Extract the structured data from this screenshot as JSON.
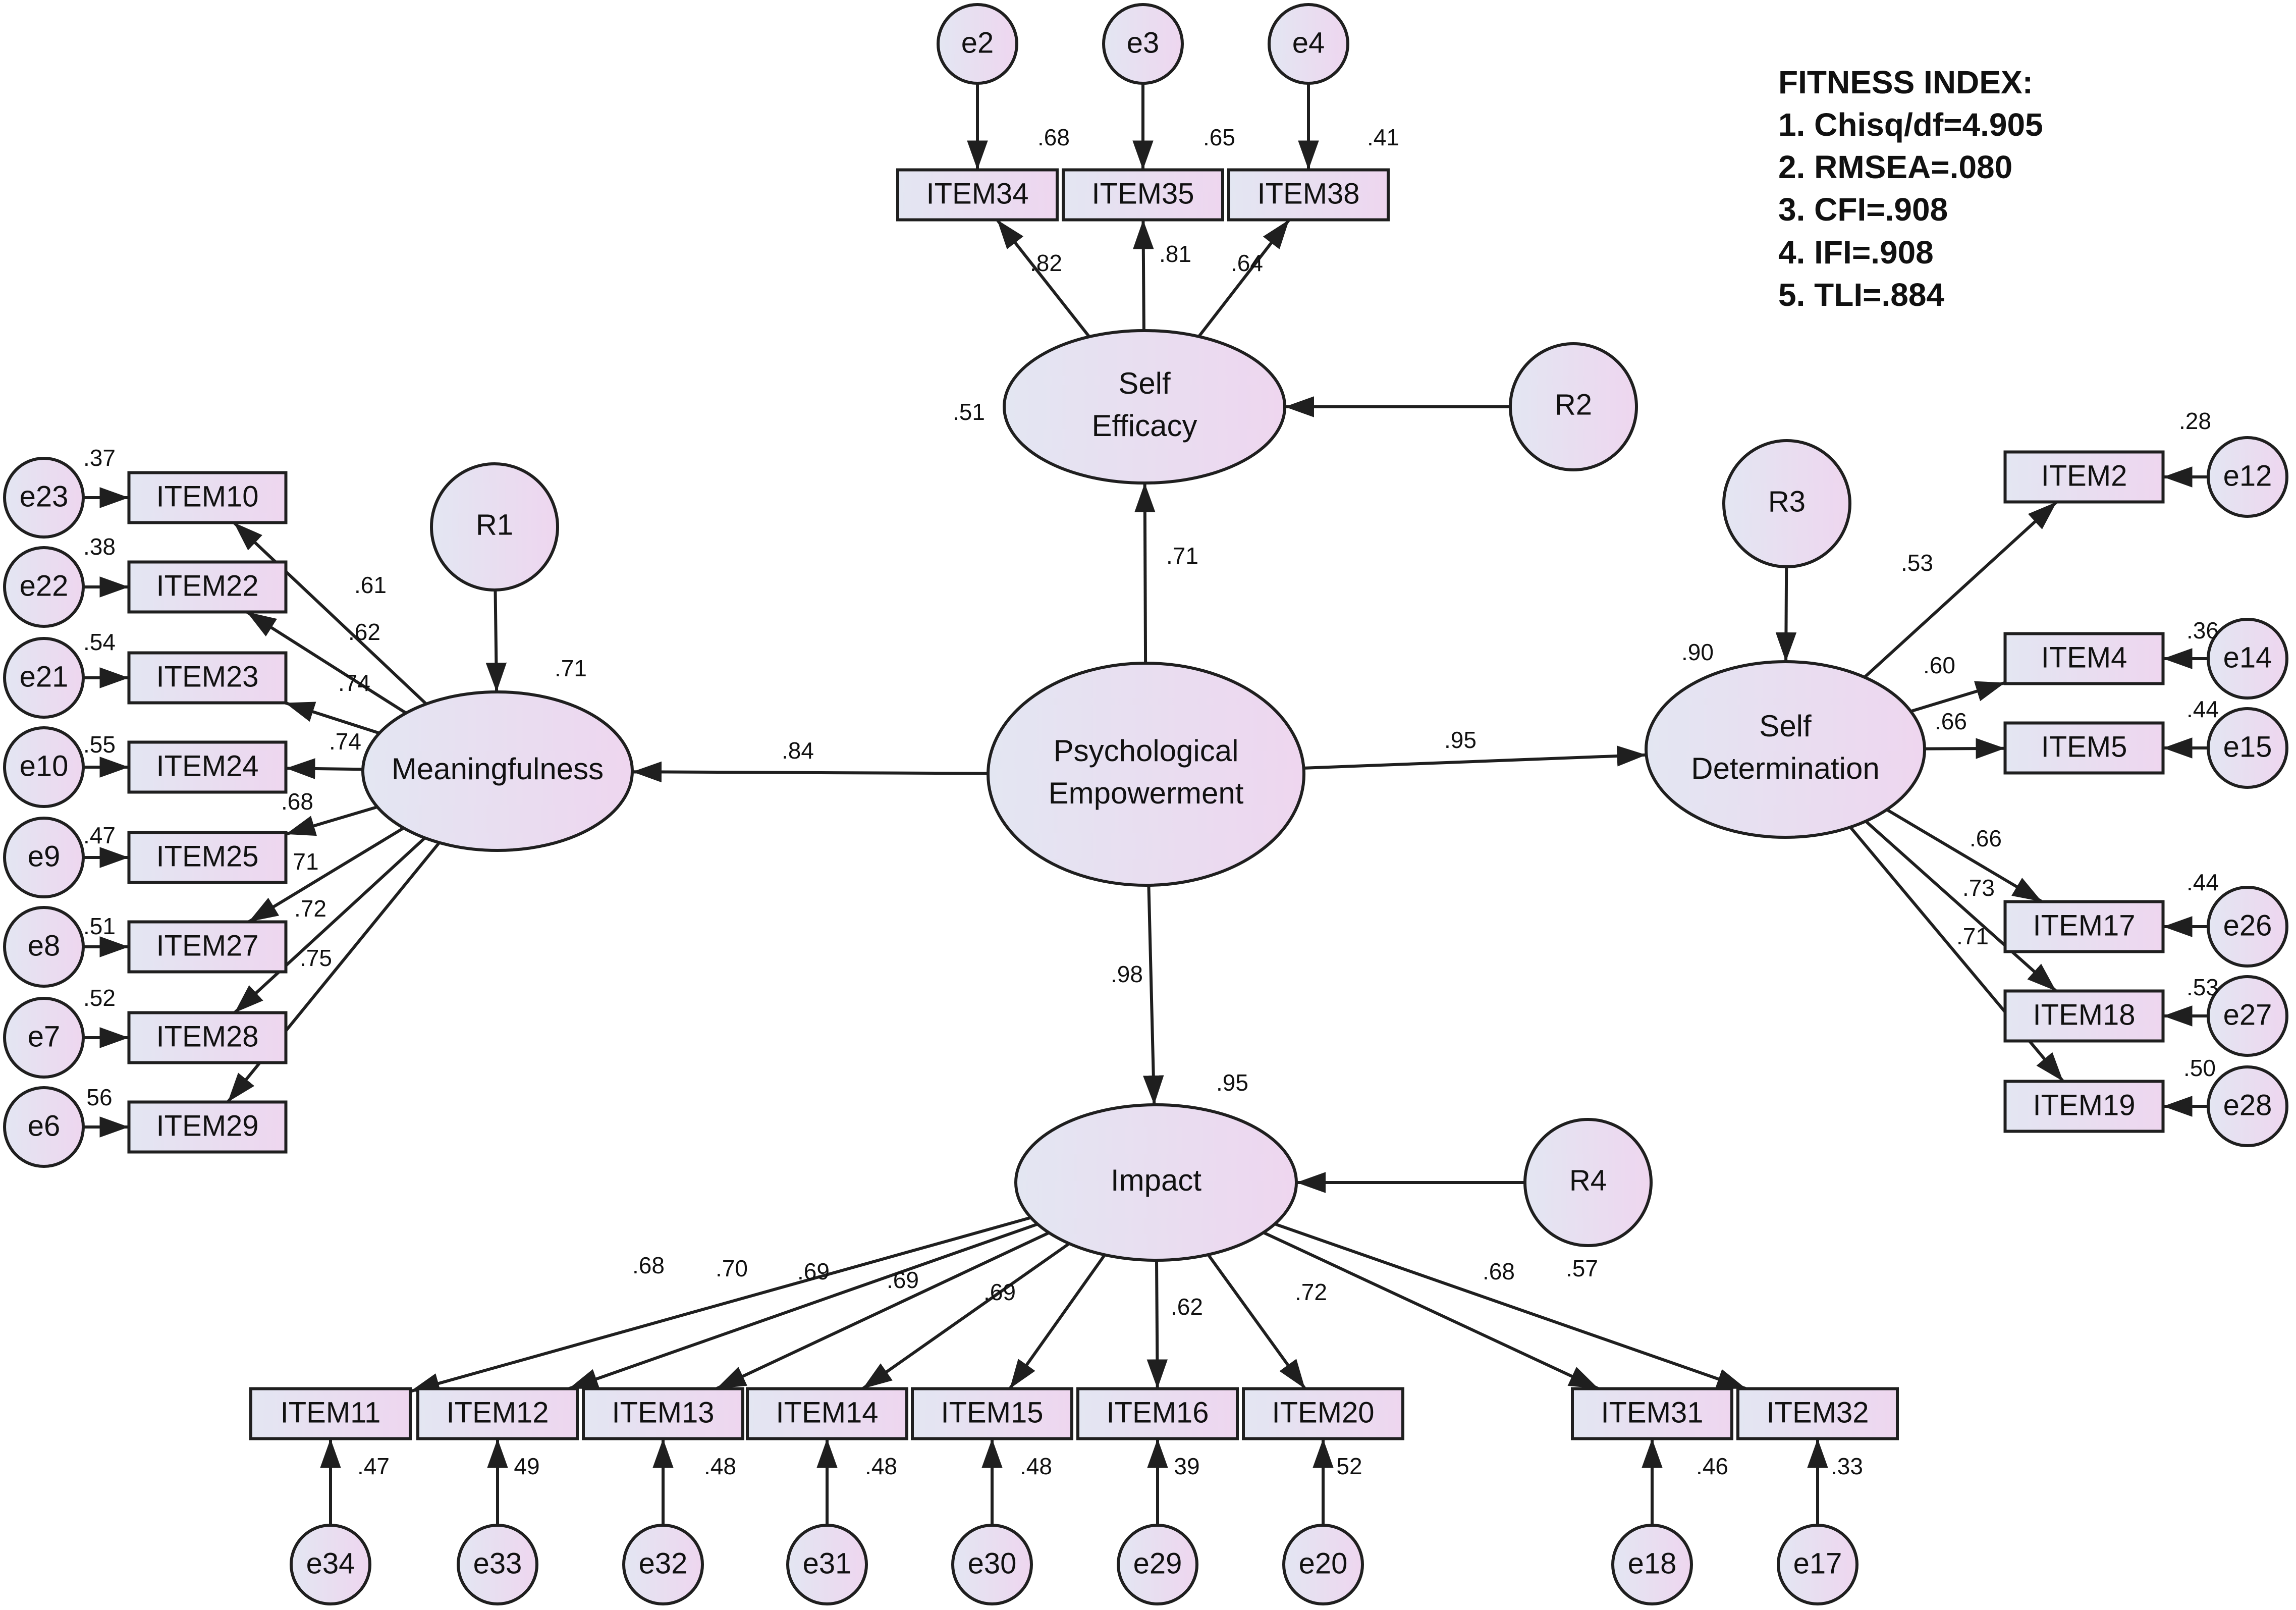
{
  "fitness_index": {
    "title": "FITNESS INDEX:",
    "lines": [
      "1. Chisq/df=4.905",
      "2. RMSEA=.080",
      "3. CFI=.908",
      "4. IFI=.908",
      "5. TLI=.884"
    ]
  },
  "diagram": {
    "latent_variables": {
      "psychological_empowerment": [
        "Psychological",
        "Empowerment"
      ],
      "meaningfulness": [
        "Meaningfulness"
      ],
      "self_efficacy": [
        "Self",
        "Efficacy"
      ],
      "self_determination": [
        "Self",
        "Determination"
      ],
      "impact": [
        "Impact"
      ]
    },
    "disturbances": {
      "meaningfulness": "R1",
      "self_efficacy": "R2",
      "self_determination": "R3",
      "impact": "R4"
    },
    "latent_r_squared": {
      "meaningfulness": ".71",
      "self_efficacy": ".51",
      "self_determination": ".90",
      "impact": ".95"
    },
    "structural_paths": {
      "meaningfulness": ".84",
      "self_efficacy": ".71",
      "self_determination": ".95",
      "impact": ".98"
    },
    "indicators": {
      "self_efficacy": [
        {
          "item": "ITEM34",
          "error": "e2",
          "loading": ".82",
          "r_squared": ".68"
        },
        {
          "item": "ITEM35",
          "error": "e3",
          "loading": ".81",
          "r_squared": ".65"
        },
        {
          "item": "ITEM38",
          "error": "e4",
          "loading": ".64",
          "r_squared": ".41"
        }
      ],
      "meaningfulness": [
        {
          "item": "ITEM10",
          "error": "e23",
          "loading": ".61",
          "r_squared": ".37"
        },
        {
          "item": "ITEM22",
          "error": "e22",
          "loading": ".62",
          "r_squared": ".38"
        },
        {
          "item": "ITEM23",
          "error": "e21",
          "loading": ".74",
          "r_squared": ".54"
        },
        {
          "item": "ITEM24",
          "error": "e10",
          "loading": ".74",
          "r_squared": ".55"
        },
        {
          "item": "ITEM25",
          "error": "e9",
          "loading": ".68",
          "r_squared": ".47"
        },
        {
          "item": "ITEM27",
          "error": "e8",
          "loading": "71",
          "r_squared": ".51"
        },
        {
          "item": "ITEM28",
          "error": "e7",
          "loading": ".72",
          "r_squared": ".52"
        },
        {
          "item": "ITEM29",
          "error": "e6",
          "loading": ".75",
          "r_squared": "56"
        }
      ],
      "self_determination": [
        {
          "item": "ITEM2",
          "error": "e12",
          "loading": ".53",
          "r_squared": ".28"
        },
        {
          "item": "ITEM4",
          "error": "e14",
          "loading": ".60",
          "r_squared": ".36"
        },
        {
          "item": "ITEM5",
          "error": "e15",
          "loading": ".66",
          "r_squared": ".44"
        },
        {
          "item": "ITEM17",
          "error": "e26",
          "loading": ".66",
          "r_squared": ".44"
        },
        {
          "item": "ITEM18",
          "error": "e27",
          "loading": ".73",
          "r_squared": ".53"
        },
        {
          "item": "ITEM19",
          "error": "e28",
          "loading": ".71",
          "r_squared": ".50"
        }
      ],
      "impact": [
        {
          "item": "ITEM11",
          "error": "e34",
          "loading": ".68",
          "r_squared": ".47"
        },
        {
          "item": "ITEM12",
          "error": "e33",
          "loading": ".70",
          "r_squared": "49"
        },
        {
          "item": "ITEM13",
          "error": "e32",
          "loading": ".69",
          "r_squared": ".48"
        },
        {
          "item": "ITEM14",
          "error": "e31",
          "loading": ".69",
          "r_squared": ".48"
        },
        {
          "item": "ITEM15",
          "error": "e30",
          "loading": ".69",
          "r_squared": ".48"
        },
        {
          "item": "ITEM16",
          "error": "e29",
          "loading": ".62",
          "r_squared": "39"
        },
        {
          "item": "ITEM20",
          "error": "e20",
          "loading": ".72",
          "r_squared": "52"
        },
        {
          "item": "ITEM31",
          "error": "e18",
          "loading": ".68",
          "r_squared": ".46"
        },
        {
          "item": "ITEM32",
          "error": "e17",
          "loading": ".57",
          "r_squared": ".33"
        }
      ]
    }
  },
  "colors": {
    "node_fill_start": "#e3e6f2",
    "node_fill_end": "#eed6ef",
    "stroke": "#1f1f1f",
    "text": "#111111",
    "background": "#ffffff"
  }
}
